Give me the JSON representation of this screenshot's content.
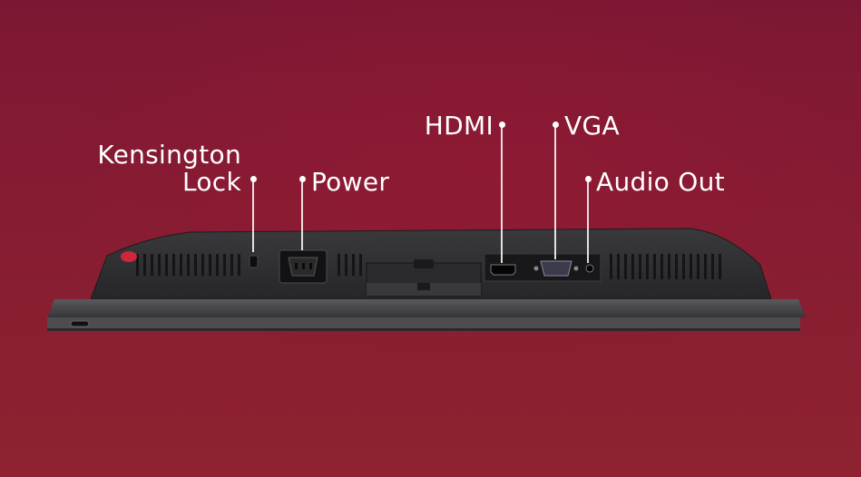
{
  "labels": {
    "kensington_line1": "Kensington",
    "kensington_line2": "Lock",
    "power": "Power",
    "hdmi": "HDMI",
    "vga": "VGA",
    "audio_out": "Audio Out"
  },
  "colors": {
    "background": "#82192f",
    "accent_button": "#d0263a",
    "label_text": "#ffffff"
  }
}
